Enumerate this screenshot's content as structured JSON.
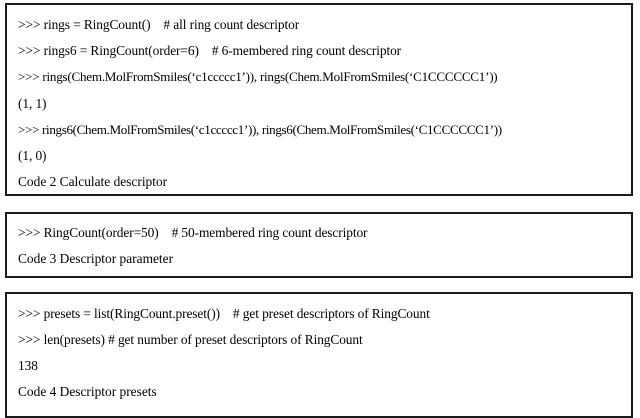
{
  "page": {
    "background_color": "#ffffff",
    "text_color": "#000000",
    "border_color": "#1a1a1a"
  },
  "listings": [
    {
      "id": "code-2",
      "caption": "Code 2 Calculate descriptor",
      "lines": [
        ">>> rings = RingCount()    # all ring count descriptor",
        ">>> rings6 = RingCount(order=6)    # 6-membered ring count descriptor",
        ">>> rings(Chem.MolFromSmiles(‘c1ccccc1’)), rings(Chem.MolFromSmiles(‘C1CCCCCC1’))",
        "(1, 1)",
        ">>> rings6(Chem.MolFromSmiles(‘c1ccccc1’)), rings6(Chem.MolFromSmiles(‘C1CCCCCC1’))",
        "(1, 0)"
      ]
    },
    {
      "id": "code-3",
      "caption": "Code 3 Descriptor parameter",
      "lines": [
        ">>> RingCount(order=50)    # 50-membered ring count descriptor"
      ]
    },
    {
      "id": "code-4",
      "caption": "Code 4 Descriptor presets",
      "lines": [
        ">>> presets = list(RingCount.preset())    # get preset descriptors of RingCount",
        ">>> len(presets) # get number of preset descriptors of RingCount",
        "138"
      ]
    }
  ]
}
